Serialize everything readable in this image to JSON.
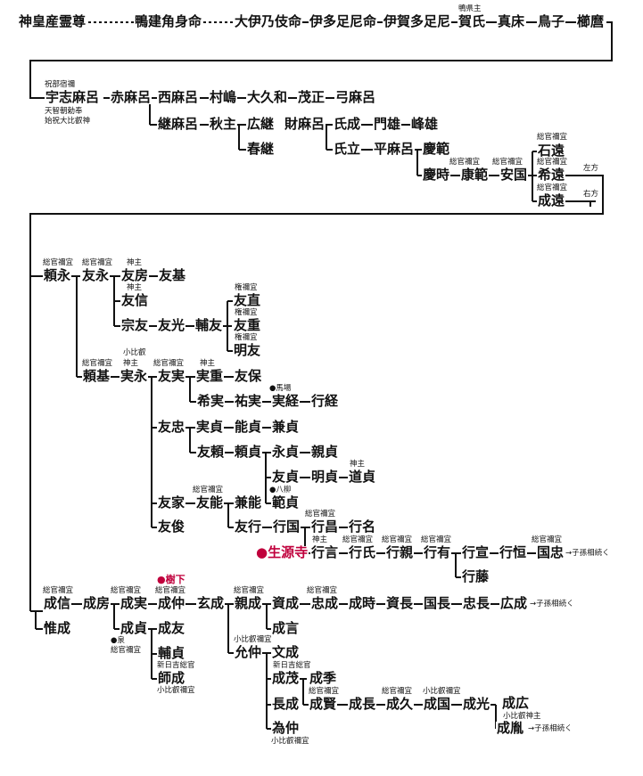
{
  "accent_color": "#c0003c",
  "line_color": "#111111",
  "people": [
    {
      "id": "p1",
      "name": "神皇産霊尊"
    },
    {
      "id": "p2",
      "name": "鴨建角身命"
    },
    {
      "id": "p3",
      "name": "大伊乃伎命"
    },
    {
      "id": "p4",
      "name": "伊多足尼命"
    },
    {
      "id": "p5",
      "name": "伊賀多足尼"
    },
    {
      "id": "p6",
      "name": "賀氏"
    },
    {
      "id": "p7",
      "name": "真床"
    },
    {
      "id": "p8",
      "name": "鳥子"
    },
    {
      "id": "p9",
      "name": "櫛麿"
    },
    {
      "id": "p10",
      "name": "宇志麻呂"
    },
    {
      "id": "p11",
      "name": "赤麻呂"
    },
    {
      "id": "p12",
      "name": "西麻呂"
    },
    {
      "id": "p13",
      "name": "村嶋"
    },
    {
      "id": "p14",
      "name": "大久和"
    },
    {
      "id": "p15",
      "name": "茂正"
    },
    {
      "id": "p16",
      "name": "弓麻呂"
    },
    {
      "id": "p17",
      "name": "継麻呂"
    },
    {
      "id": "p18",
      "name": "秋主"
    },
    {
      "id": "p19",
      "name": "広継"
    },
    {
      "id": "p20",
      "name": "春継"
    },
    {
      "id": "p21",
      "name": "財麻呂"
    },
    {
      "id": "p22",
      "name": "氏成"
    },
    {
      "id": "p23",
      "name": "門雄"
    },
    {
      "id": "p24",
      "name": "峰雄"
    },
    {
      "id": "p25",
      "name": "氏立"
    },
    {
      "id": "p26",
      "name": "平麻呂"
    },
    {
      "id": "p27",
      "name": "慶範"
    },
    {
      "id": "p28",
      "name": "慶時"
    },
    {
      "id": "p29",
      "name": "康範"
    },
    {
      "id": "p30",
      "name": "安国"
    },
    {
      "id": "p31",
      "name": "石遠"
    },
    {
      "id": "p32",
      "name": "希遠"
    },
    {
      "id": "p33",
      "name": "成遠"
    },
    {
      "id": "p34",
      "name": "頼永"
    },
    {
      "id": "p35",
      "name": "友永"
    },
    {
      "id": "p36",
      "name": "友房"
    },
    {
      "id": "p37",
      "name": "友基"
    },
    {
      "id": "p38",
      "name": "友信"
    },
    {
      "id": "p39",
      "name": "宗友"
    },
    {
      "id": "p40",
      "name": "友光"
    },
    {
      "id": "p41",
      "name": "輔友"
    },
    {
      "id": "p42",
      "name": "友直"
    },
    {
      "id": "p43",
      "name": "友重"
    },
    {
      "id": "p44",
      "name": "明友"
    },
    {
      "id": "p45",
      "name": "頼基"
    },
    {
      "id": "p46",
      "name": "実永"
    },
    {
      "id": "p47",
      "name": "友実"
    },
    {
      "id": "p48",
      "name": "実重"
    },
    {
      "id": "p49",
      "name": "友保"
    },
    {
      "id": "p50",
      "name": "希実"
    },
    {
      "id": "p51",
      "name": "祐実"
    },
    {
      "id": "p52",
      "name": "実経"
    },
    {
      "id": "p53",
      "name": "行経"
    },
    {
      "id": "p54",
      "name": "友忠"
    },
    {
      "id": "p55",
      "name": "実貞"
    },
    {
      "id": "p56",
      "name": "能貞"
    },
    {
      "id": "p57",
      "name": "兼貞"
    },
    {
      "id": "p58",
      "name": "友頼"
    },
    {
      "id": "p59",
      "name": "頼貞"
    },
    {
      "id": "p60",
      "name": "永貞"
    },
    {
      "id": "p61",
      "name": "親貞"
    },
    {
      "id": "p62",
      "name": "友貞"
    },
    {
      "id": "p63",
      "name": "明貞"
    },
    {
      "id": "p64",
      "name": "道貞"
    },
    {
      "id": "p65",
      "name": "範貞"
    },
    {
      "id": "p66",
      "name": "友家"
    },
    {
      "id": "p67",
      "name": "友能"
    },
    {
      "id": "p68",
      "name": "兼能"
    },
    {
      "id": "p69",
      "name": "友俊"
    },
    {
      "id": "p70",
      "name": "友行"
    },
    {
      "id": "p71",
      "name": "行国"
    },
    {
      "id": "p72",
      "name": "行昌"
    },
    {
      "id": "p73",
      "name": "行名"
    },
    {
      "id": "p74",
      "name": "●生源寺"
    },
    {
      "id": "p75",
      "name": "行言"
    },
    {
      "id": "p76",
      "name": "行氏"
    },
    {
      "id": "p77",
      "name": "行親"
    },
    {
      "id": "p78",
      "name": "行有"
    },
    {
      "id": "p79",
      "name": "行宣"
    },
    {
      "id": "p80",
      "name": "行恒"
    },
    {
      "id": "p81",
      "name": "国忠"
    },
    {
      "id": "p82",
      "name": "行藤"
    },
    {
      "id": "p83",
      "name": "成信"
    },
    {
      "id": "p84",
      "name": "成房"
    },
    {
      "id": "p85",
      "name": "成実"
    },
    {
      "id": "p86",
      "name": "成仲"
    },
    {
      "id": "p87",
      "name": "玄成"
    },
    {
      "id": "p88",
      "name": "親成"
    },
    {
      "id": "p89",
      "name": "資成"
    },
    {
      "id": "p90",
      "name": "忠成"
    },
    {
      "id": "p91",
      "name": "成時"
    },
    {
      "id": "p92",
      "name": "資長"
    },
    {
      "id": "p93",
      "name": "国長"
    },
    {
      "id": "p94",
      "name": "忠長"
    },
    {
      "id": "p95",
      "name": "広成"
    },
    {
      "id": "p96",
      "name": "惟成"
    },
    {
      "id": "p97",
      "name": "成貞"
    },
    {
      "id": "p98",
      "name": "成友"
    },
    {
      "id": "p99",
      "name": "成言"
    },
    {
      "id": "p100",
      "name": "輔貞"
    },
    {
      "id": "p101",
      "name": "師成"
    },
    {
      "id": "p102",
      "name": "允仲"
    },
    {
      "id": "p103",
      "name": "文成"
    },
    {
      "id": "p104",
      "name": "成茂"
    },
    {
      "id": "p105",
      "name": "成季"
    },
    {
      "id": "p106",
      "name": "長成"
    },
    {
      "id": "p107",
      "name": "成賢"
    },
    {
      "id": "p108",
      "name": "成長"
    },
    {
      "id": "p109",
      "name": "成久"
    },
    {
      "id": "p110",
      "name": "成国"
    },
    {
      "id": "p111",
      "name": "成光"
    },
    {
      "id": "p112",
      "name": "成広"
    },
    {
      "id": "p113",
      "name": "成胤"
    },
    {
      "id": "p114",
      "name": "為仲"
    }
  ],
  "notes": [
    {
      "id": "n1",
      "text": "鴨県主"
    },
    {
      "id": "n2",
      "text": "祝部宿禰"
    },
    {
      "id": "n3",
      "text": "天智朝勅奉"
    },
    {
      "id": "n4",
      "text": "始祝大比叡神"
    },
    {
      "id": "n5",
      "text": "総官禰宜"
    },
    {
      "id": "n6",
      "text": "総官禰宜"
    },
    {
      "id": "n7",
      "text": "総官禰宜"
    },
    {
      "id": "n8",
      "text": "総官禰宜"
    },
    {
      "id": "n9",
      "text": "左方"
    },
    {
      "id": "n10",
      "text": "総官禰宜"
    },
    {
      "id": "n11",
      "text": "右方"
    },
    {
      "id": "n12",
      "text": "総官禰宜"
    },
    {
      "id": "n13",
      "text": "総官禰宜"
    },
    {
      "id": "n14",
      "text": "神主"
    },
    {
      "id": "n15",
      "text": "神主"
    },
    {
      "id": "n16",
      "text": "権禰宜"
    },
    {
      "id": "n17",
      "text": "権禰宜"
    },
    {
      "id": "n18",
      "text": "権禰宜"
    },
    {
      "id": "n19",
      "text": "総官禰宜"
    },
    {
      "id": "n20",
      "text": "小比叡"
    },
    {
      "id": "n21",
      "text": "神主"
    },
    {
      "id": "n22",
      "text": "総官禰宜"
    },
    {
      "id": "n23",
      "text": "神主"
    },
    {
      "id": "n24",
      "text": "●馬場"
    },
    {
      "id": "n25",
      "text": "神主"
    },
    {
      "id": "n26",
      "text": "総官禰宜"
    },
    {
      "id": "n27",
      "text": "●八柳"
    },
    {
      "id": "n28",
      "text": "総官禰宜"
    },
    {
      "id": "n29",
      "text": "神主"
    },
    {
      "id": "n30",
      "text": "総官禰宜"
    },
    {
      "id": "n31",
      "text": "総官禰宜"
    },
    {
      "id": "n32",
      "text": "総官禰宜"
    },
    {
      "id": "n33",
      "text": "総官禰宜"
    },
    {
      "id": "n34",
      "text": "→子孫相続く"
    },
    {
      "id": "n35",
      "text": "●樹下"
    },
    {
      "id": "n36",
      "text": "総官禰宜"
    },
    {
      "id": "n37",
      "text": "総官禰宜"
    },
    {
      "id": "n38",
      "text": "総官禰宜"
    },
    {
      "id": "n39",
      "text": "総官禰宜"
    },
    {
      "id": "n40",
      "text": "総官禰宜"
    },
    {
      "id": "n41",
      "text": "→子孫相続く"
    },
    {
      "id": "n42",
      "text": "●泉"
    },
    {
      "id": "n43",
      "text": "総官禰宜"
    },
    {
      "id": "n44",
      "text": "新日吉総官"
    },
    {
      "id": "n45",
      "text": "小比叡禰宜"
    },
    {
      "id": "n46",
      "text": "小比叡禰宜"
    },
    {
      "id": "n47",
      "text": "新日吉総官"
    },
    {
      "id": "n48",
      "text": "総官禰宜"
    },
    {
      "id": "n49",
      "text": "総官禰宜"
    },
    {
      "id": "n50",
      "text": "小比叡禰宜"
    },
    {
      "id": "n51",
      "text": "小比叡神主"
    },
    {
      "id": "n52",
      "text": "→子孫相続く"
    },
    {
      "id": "n53",
      "text": "小比叡禰宜"
    }
  ]
}
